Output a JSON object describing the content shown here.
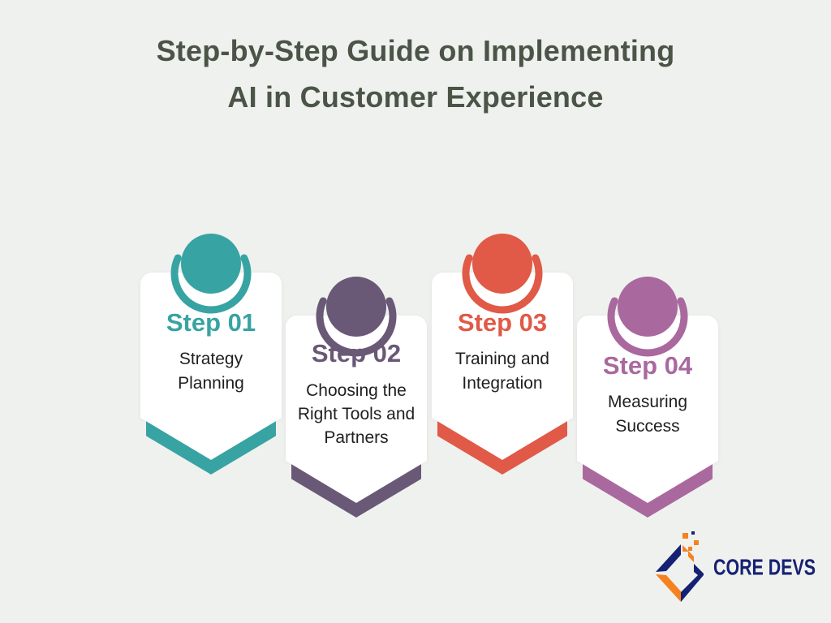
{
  "page": {
    "background_color": "#eff1ee"
  },
  "title": {
    "text": "Step-by-Step Guide on Implementing AI in Customer Experience",
    "color": "#4a5447"
  },
  "steps": [
    {
      "label": "Step 01",
      "description": "Strategy Planning",
      "color": "#38a3a3"
    },
    {
      "label": "Step 02",
      "description": "Choosing the Right Tools and Partners",
      "color": "#6a5877"
    },
    {
      "label": "Step 03",
      "description": "Training and Integration",
      "color": "#e05a47"
    },
    {
      "label": "Step 04",
      "description": "Measuring Success",
      "color": "#a9699e"
    }
  ],
  "description_text_color": "#1f1f1f",
  "logo": {
    "text": "CORE DEVS",
    "navy_color": "#152173",
    "orange_color": "#f5821f"
  }
}
